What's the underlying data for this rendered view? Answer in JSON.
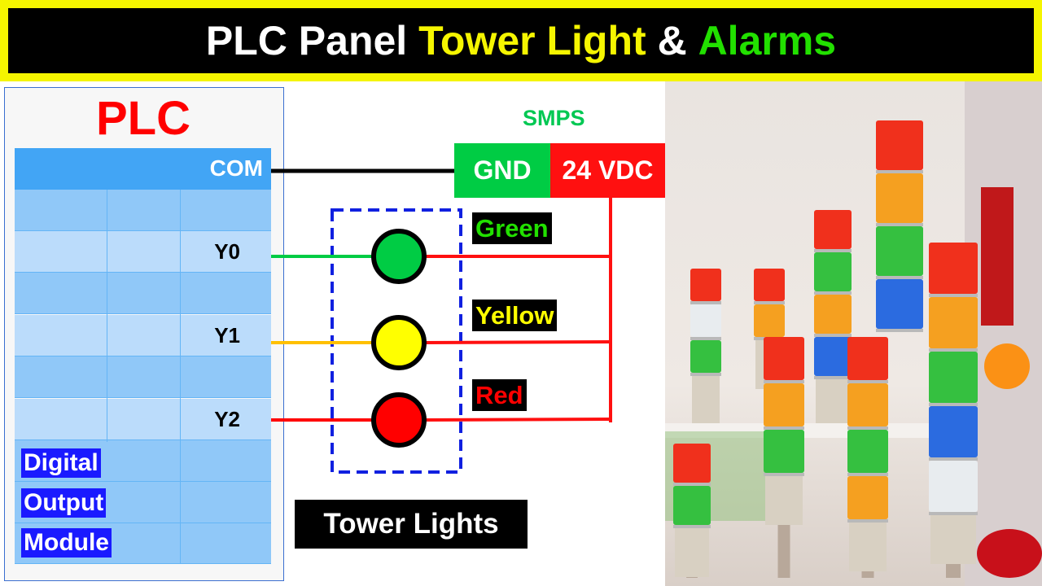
{
  "header": {
    "title_part1": "PLC Panel ",
    "title_part2": "Tower Light",
    "title_part3": " & ",
    "title_part4": "Alarms"
  },
  "plc": {
    "title": "PLC",
    "com_label": "COM",
    "outputs": [
      "Y0",
      "Y1",
      "Y2"
    ],
    "module_lines": [
      "Digital",
      "Output",
      "Module"
    ]
  },
  "smps": {
    "title": "SMPS",
    "gnd_label": "GND",
    "vdc_label": "24 VDC"
  },
  "lamps": [
    {
      "label": "Green",
      "color": "#00cc44",
      "wire_color": "#00cc44",
      "text_color": "#22e000"
    },
    {
      "label": "Yellow",
      "color": "#ffff00",
      "wire_color": "#ffc000",
      "text_color": "#ffff00"
    },
    {
      "label": "Red",
      "color": "#ff0000",
      "wire_color": "#ff0000",
      "text_color": "#ff0000"
    }
  ],
  "tower_label": "Tower Lights",
  "colors": {
    "accent_yellow": "#f5f500",
    "plc_red": "#ff0000",
    "table_blue": "#42a5f5",
    "module_blue": "#1a1aff"
  }
}
